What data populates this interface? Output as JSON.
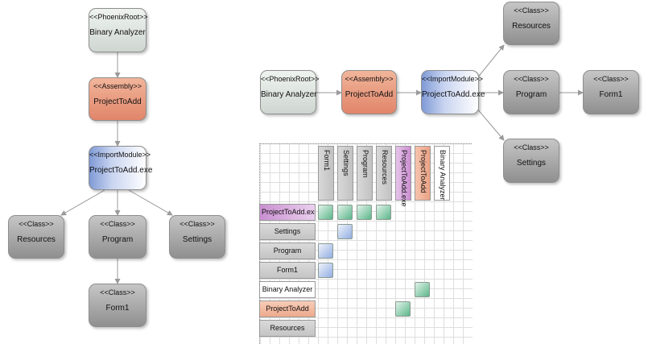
{
  "diagram": {
    "stereotypes": {
      "root": "<<PhoenixRoot>>",
      "assembly": "<<Assembly>>",
      "module": "<<ImportModule>>",
      "class": "<<Class>>"
    },
    "names": {
      "root": "Binary Analyzer",
      "assembly": "ProjectToAdd",
      "module": "ProjectToAdd.exe",
      "resources": "Resources",
      "program": "Program",
      "settings": "Settings",
      "form1": "Form1"
    },
    "colors": {
      "root": "#d8ded9",
      "assembly": "#e8906f",
      "module": "#9fb3e3",
      "class": "#a8a8a8",
      "edge": "#9a9a9a",
      "dsm_green": "#5cb68a",
      "dsm_blue": "#93aee2"
    }
  },
  "matrix": {
    "columns": [
      "Form1",
      "Settings",
      "Program",
      "Resources",
      "ProjectToAdd.exe",
      "ProjectToAdd",
      "Binary Analyzer"
    ],
    "rows": [
      "ProjectToAdd.exe",
      "Settings",
      "Program",
      "Form1",
      "Binary Analyzer",
      "ProjectToAdd",
      "Resources"
    ],
    "cells": [
      {
        "row": 0,
        "col": 0,
        "color": "green"
      },
      {
        "row": 0,
        "col": 1,
        "color": "green"
      },
      {
        "row": 0,
        "col": 2,
        "color": "green"
      },
      {
        "row": 0,
        "col": 3,
        "color": "green"
      },
      {
        "row": 1,
        "col": 1,
        "color": "blue"
      },
      {
        "row": 2,
        "col": 0,
        "color": "blue"
      },
      {
        "row": 3,
        "col": 0,
        "color": "blue"
      },
      {
        "row": 4,
        "col": 5,
        "color": "green"
      },
      {
        "row": 5,
        "col": 4,
        "color": "green"
      }
    ]
  }
}
